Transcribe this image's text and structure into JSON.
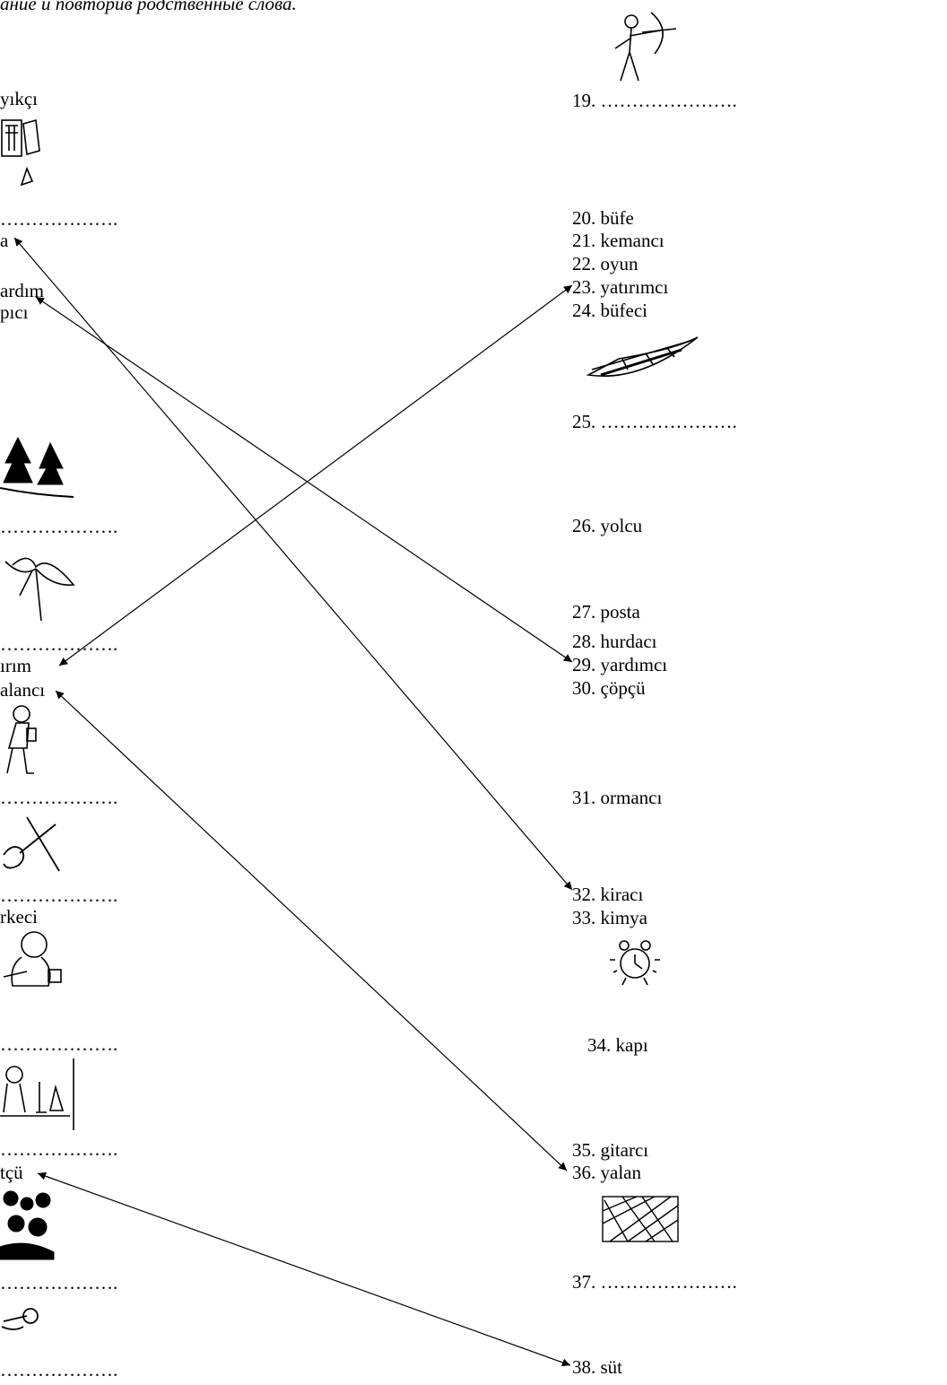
{
  "header": "ание и повторив родственные слова.",
  "left": {
    "l1": "yıkçı",
    "l2": "……………….",
    "l3": "a",
    "l4": "ardım",
    "l5": "pıcı",
    "l6": "……………….",
    "l7": "……………….",
    "l8": "ırım",
    "l9": "alancı",
    "l10": "……………….",
    "l11": "……………….",
    "l12": "rkeci",
    "l13": "……………….",
    "l14": "……………….",
    "l15": "tçü",
    "l16": "……………….",
    "l17": "……………….",
    "l18": "……………….."
  },
  "right": {
    "r19": "19. ………………….",
    "r20": "20. büfe",
    "r21": "21. kemancı",
    "r22": "22. oyun",
    "r23": "23. yatırımcı",
    "r24": "24. büfeci",
    "r25": "25. ………………….",
    "r26": "26. yolcu",
    "r27": "27. posta",
    "r28": "28. hurdacı",
    "r29": "29. yardımcı",
    "r30": "30. çöpçü",
    "r31": "31. ormancı",
    "r32": "32. kiracı",
    "r33": "33. kimya",
    "r34": "34. kapı",
    "r35": "35. gitarcı",
    "r36": "36. yalan",
    "r37": "37. ………………….",
    "r38": "38. süt"
  },
  "icons": [
    "archer-icon",
    "poster-icon",
    "forest-icon",
    "bow-ribbon-icon",
    "pharmacist-icon",
    "violin-icon",
    "boy-studying-icon",
    "chemist-icon",
    "garden-icon",
    "key-icon",
    "boat-icon",
    "alarm-clock-icon",
    "wood-planks-icon"
  ],
  "line_color": "#000000"
}
